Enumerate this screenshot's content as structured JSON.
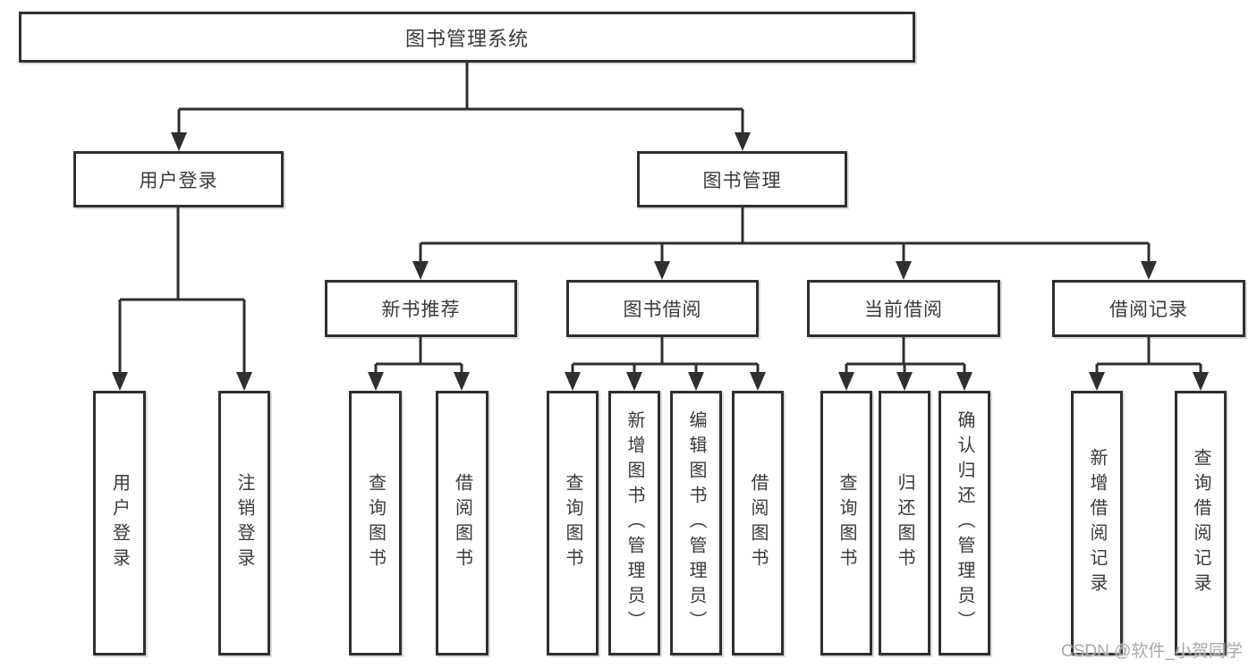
{
  "colors": {
    "line": "#2f2f2f",
    "box_border": "#2f2f2f",
    "text": "#3a3a3a",
    "watermark": "#a9a9a9",
    "background": "#ffffff"
  },
  "root": {
    "label": "图书管理系统"
  },
  "branches": {
    "userLogin": {
      "label": "用户登录",
      "children": {
        "login": {
          "label": "用户登录"
        },
        "logout": {
          "label": "注销登录"
        }
      }
    },
    "bookMgmt": {
      "label": "图书管理",
      "children": {
        "newBooks": {
          "label": "新书推荐",
          "children": {
            "queryBooks": {
              "label": "查询图书"
            },
            "borrowBooks": {
              "label": "借阅图书"
            }
          }
        },
        "bookBorrow": {
          "label": "图书借阅",
          "children": {
            "queryBooks": {
              "label": "查询图书"
            },
            "addBooks": {
              "label": "新增图书（管理员）"
            },
            "editBooks": {
              "label": "编辑图书（管理员）"
            },
            "borrowBooks": {
              "label": "借阅图书"
            }
          }
        },
        "currentBorrow": {
          "label": "当前借阅",
          "children": {
            "queryBooks": {
              "label": "查询图书"
            },
            "returnBooks": {
              "label": "归还图书"
            },
            "confirmReturn": {
              "label": "确认归还（管理员）"
            }
          }
        },
        "borrowRecords": {
          "label": "借阅记录",
          "children": {
            "addRecord": {
              "label": "新增借阅记录"
            },
            "queryRecord": {
              "label": "查询借阅记录"
            }
          }
        }
      }
    }
  },
  "watermark": {
    "text": "CSDN @软件_小贺同学"
  }
}
